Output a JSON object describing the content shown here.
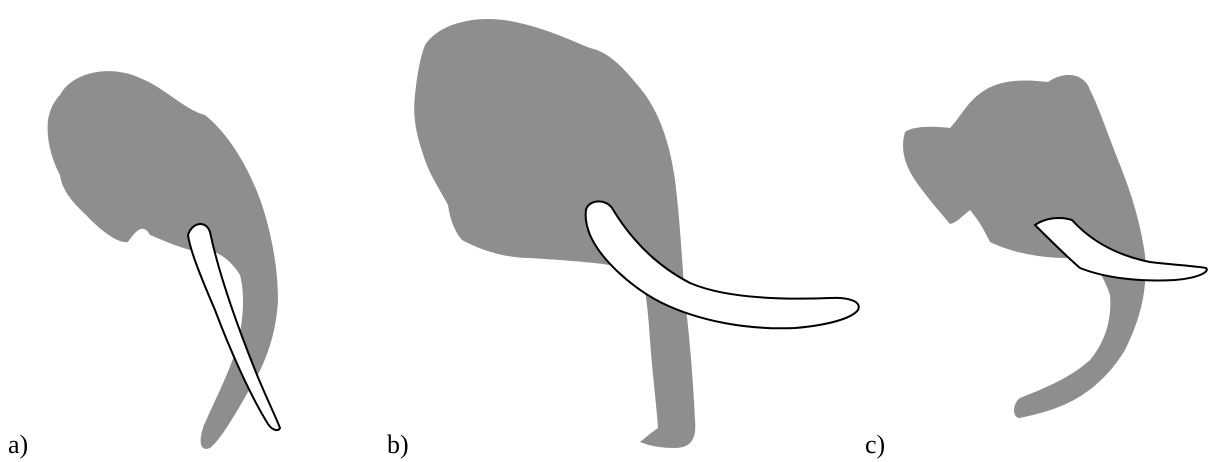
{
  "figure": {
    "panels": [
      {
        "id": "a",
        "label": "a)"
      },
      {
        "id": "b",
        "label": "b)"
      },
      {
        "id": "c",
        "label": "c)"
      }
    ]
  },
  "colors": {
    "head_fill": "#8d8e90",
    "tusk_fill": "#ffffff",
    "tusk_stroke": "#000000",
    "background": "#ffffff"
  },
  "icons": [
    "elephant-head-silhouette",
    "tusk-shape"
  ]
}
